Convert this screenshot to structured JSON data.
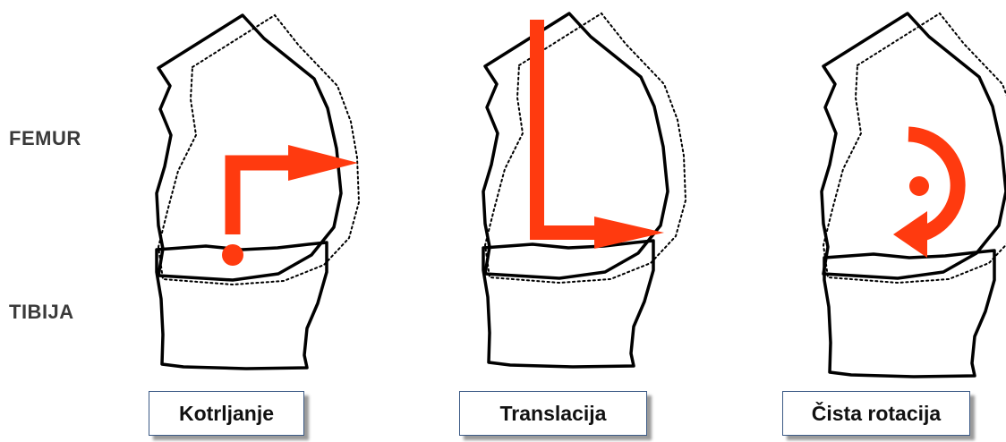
{
  "labels": {
    "femur": "FEMUR",
    "tibija": "TIBIJA"
  },
  "panels": [
    {
      "caption": "Kotrljanje"
    },
    {
      "caption": "Translacija"
    },
    {
      "caption": "Čista rotacija"
    }
  ],
  "colors": {
    "arrow": "#ff3a0f",
    "outline": "#000000",
    "caption_border": "#3c5a86"
  }
}
